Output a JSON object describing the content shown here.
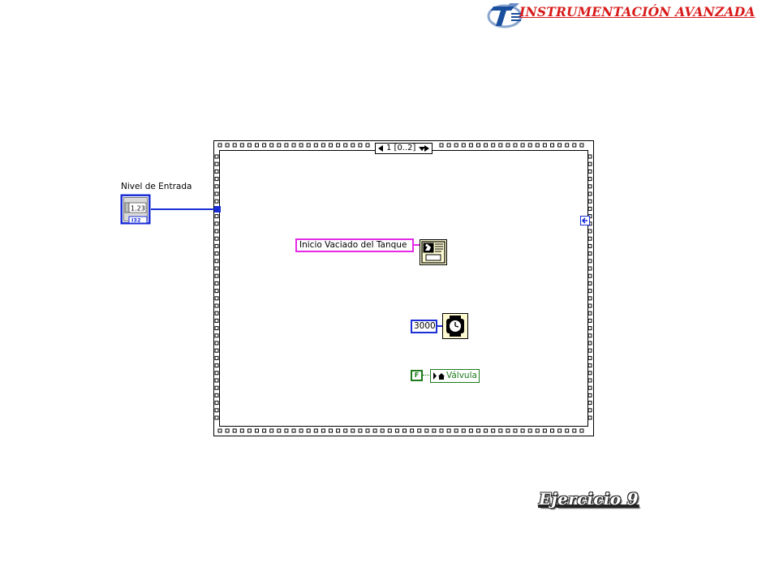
{
  "header": {
    "title": "INSTRUMENTACIÓN AVANZADA",
    "logo_icon": "faculty-logo-icon"
  },
  "block_diagram": {
    "sequence_structure": {
      "frame_selector_label": "1 [0..2]"
    },
    "controls": {
      "input_level": {
        "label": "Nivel de Entrada",
        "display": "1.23",
        "type_tag": "I32"
      }
    },
    "constants": {
      "message": "Inicio Vaciado del Tanque",
      "wait_ms": "3000",
      "boolean": "F"
    },
    "local_variable": {
      "label": "Válvula"
    }
  },
  "footer": {
    "exercise_title": "Ejercicio 9"
  },
  "colors": {
    "header_red": "#d81a1a",
    "numeric_blue": "#1b2ed6",
    "string_pink": "#e52ae5",
    "boolean_green": "#1d7a1d"
  }
}
